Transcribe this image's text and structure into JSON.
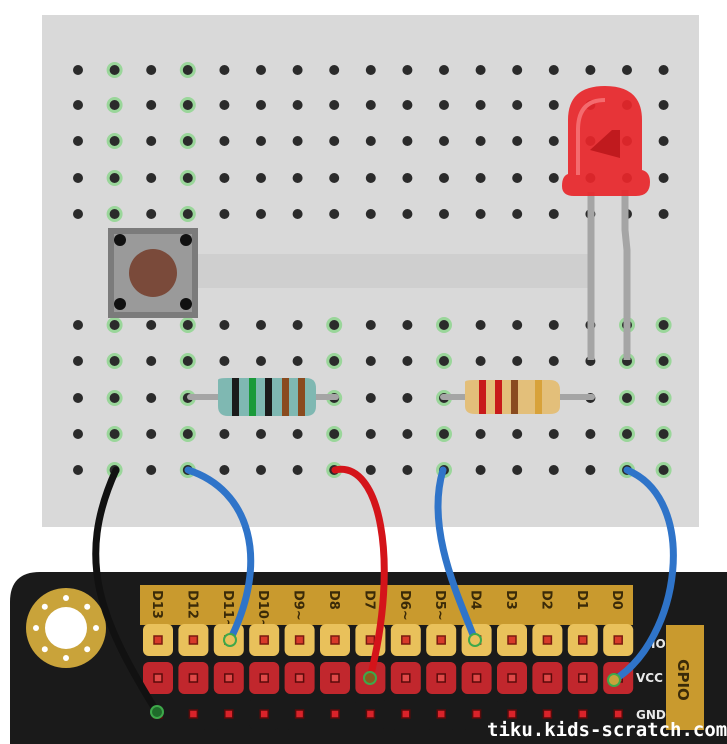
{
  "board": {
    "pin_labels": [
      "D13",
      "D12",
      "D11~",
      "D10~",
      "D9~",
      "D8",
      "D7",
      "D6~",
      "D5~",
      "D4",
      "D3",
      "D2",
      "D1",
      "D0"
    ],
    "row_labels": {
      "io": "IO",
      "vcc": "VCC",
      "gnd": "GND"
    },
    "gpio_label": "GPIO"
  },
  "components": {
    "button": {
      "icon": "push-button-icon"
    },
    "resistor_left": {
      "icon": "resistor-icon"
    },
    "resistor_right": {
      "icon": "resistor-icon"
    },
    "led": {
      "icon": "led-icon",
      "color": "#e8262a"
    }
  },
  "wires": {
    "black": "#111111",
    "red": "#d4141a",
    "blue": "#2f74c9"
  },
  "watermark": "tiku.kids-scratch.com"
}
